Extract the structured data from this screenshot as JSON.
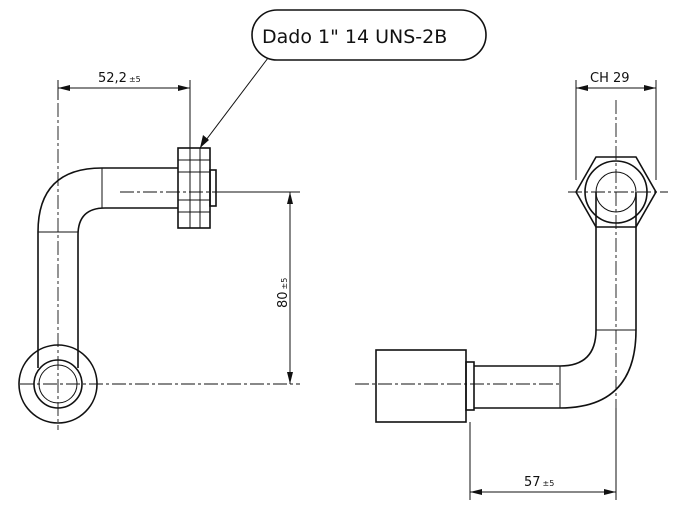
{
  "callout": {
    "text": "Dado 1\"  14 UNS-2B"
  },
  "dimensions": {
    "width_left": {
      "value": "52,2",
      "tolerance": "±5"
    },
    "height_left": {
      "value": "80",
      "tolerance": "±5"
    },
    "hex_right": {
      "value": "CH 29"
    },
    "width_right": {
      "value": "57",
      "tolerance": "±5"
    }
  },
  "colors": {
    "line": "#111111",
    "background": "#ffffff"
  }
}
